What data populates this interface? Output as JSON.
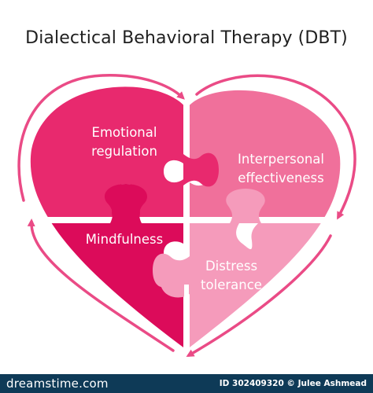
{
  "title": "Dialectical Behavioral Therapy (DBT)",
  "pieces": [
    {
      "label_lines": [
        "Emotional",
        "regulation"
      ],
      "color": "#e8296e"
    },
    {
      "label_lines": [
        "Interpersonal",
        "effectiveness"
      ],
      "color": "#f0709b"
    },
    {
      "label_lines": [
        "Mindfulness"
      ],
      "color": "#dc0b5a"
    },
    {
      "label_lines": [
        "Distress",
        "tolerance"
      ],
      "color": "#f59bbb"
    }
  ],
  "arrow_color": "#ea4b86",
  "footer": {
    "brand": "dreamstime.com",
    "credit": "ID 302409320 © Julee Ashmead"
  }
}
